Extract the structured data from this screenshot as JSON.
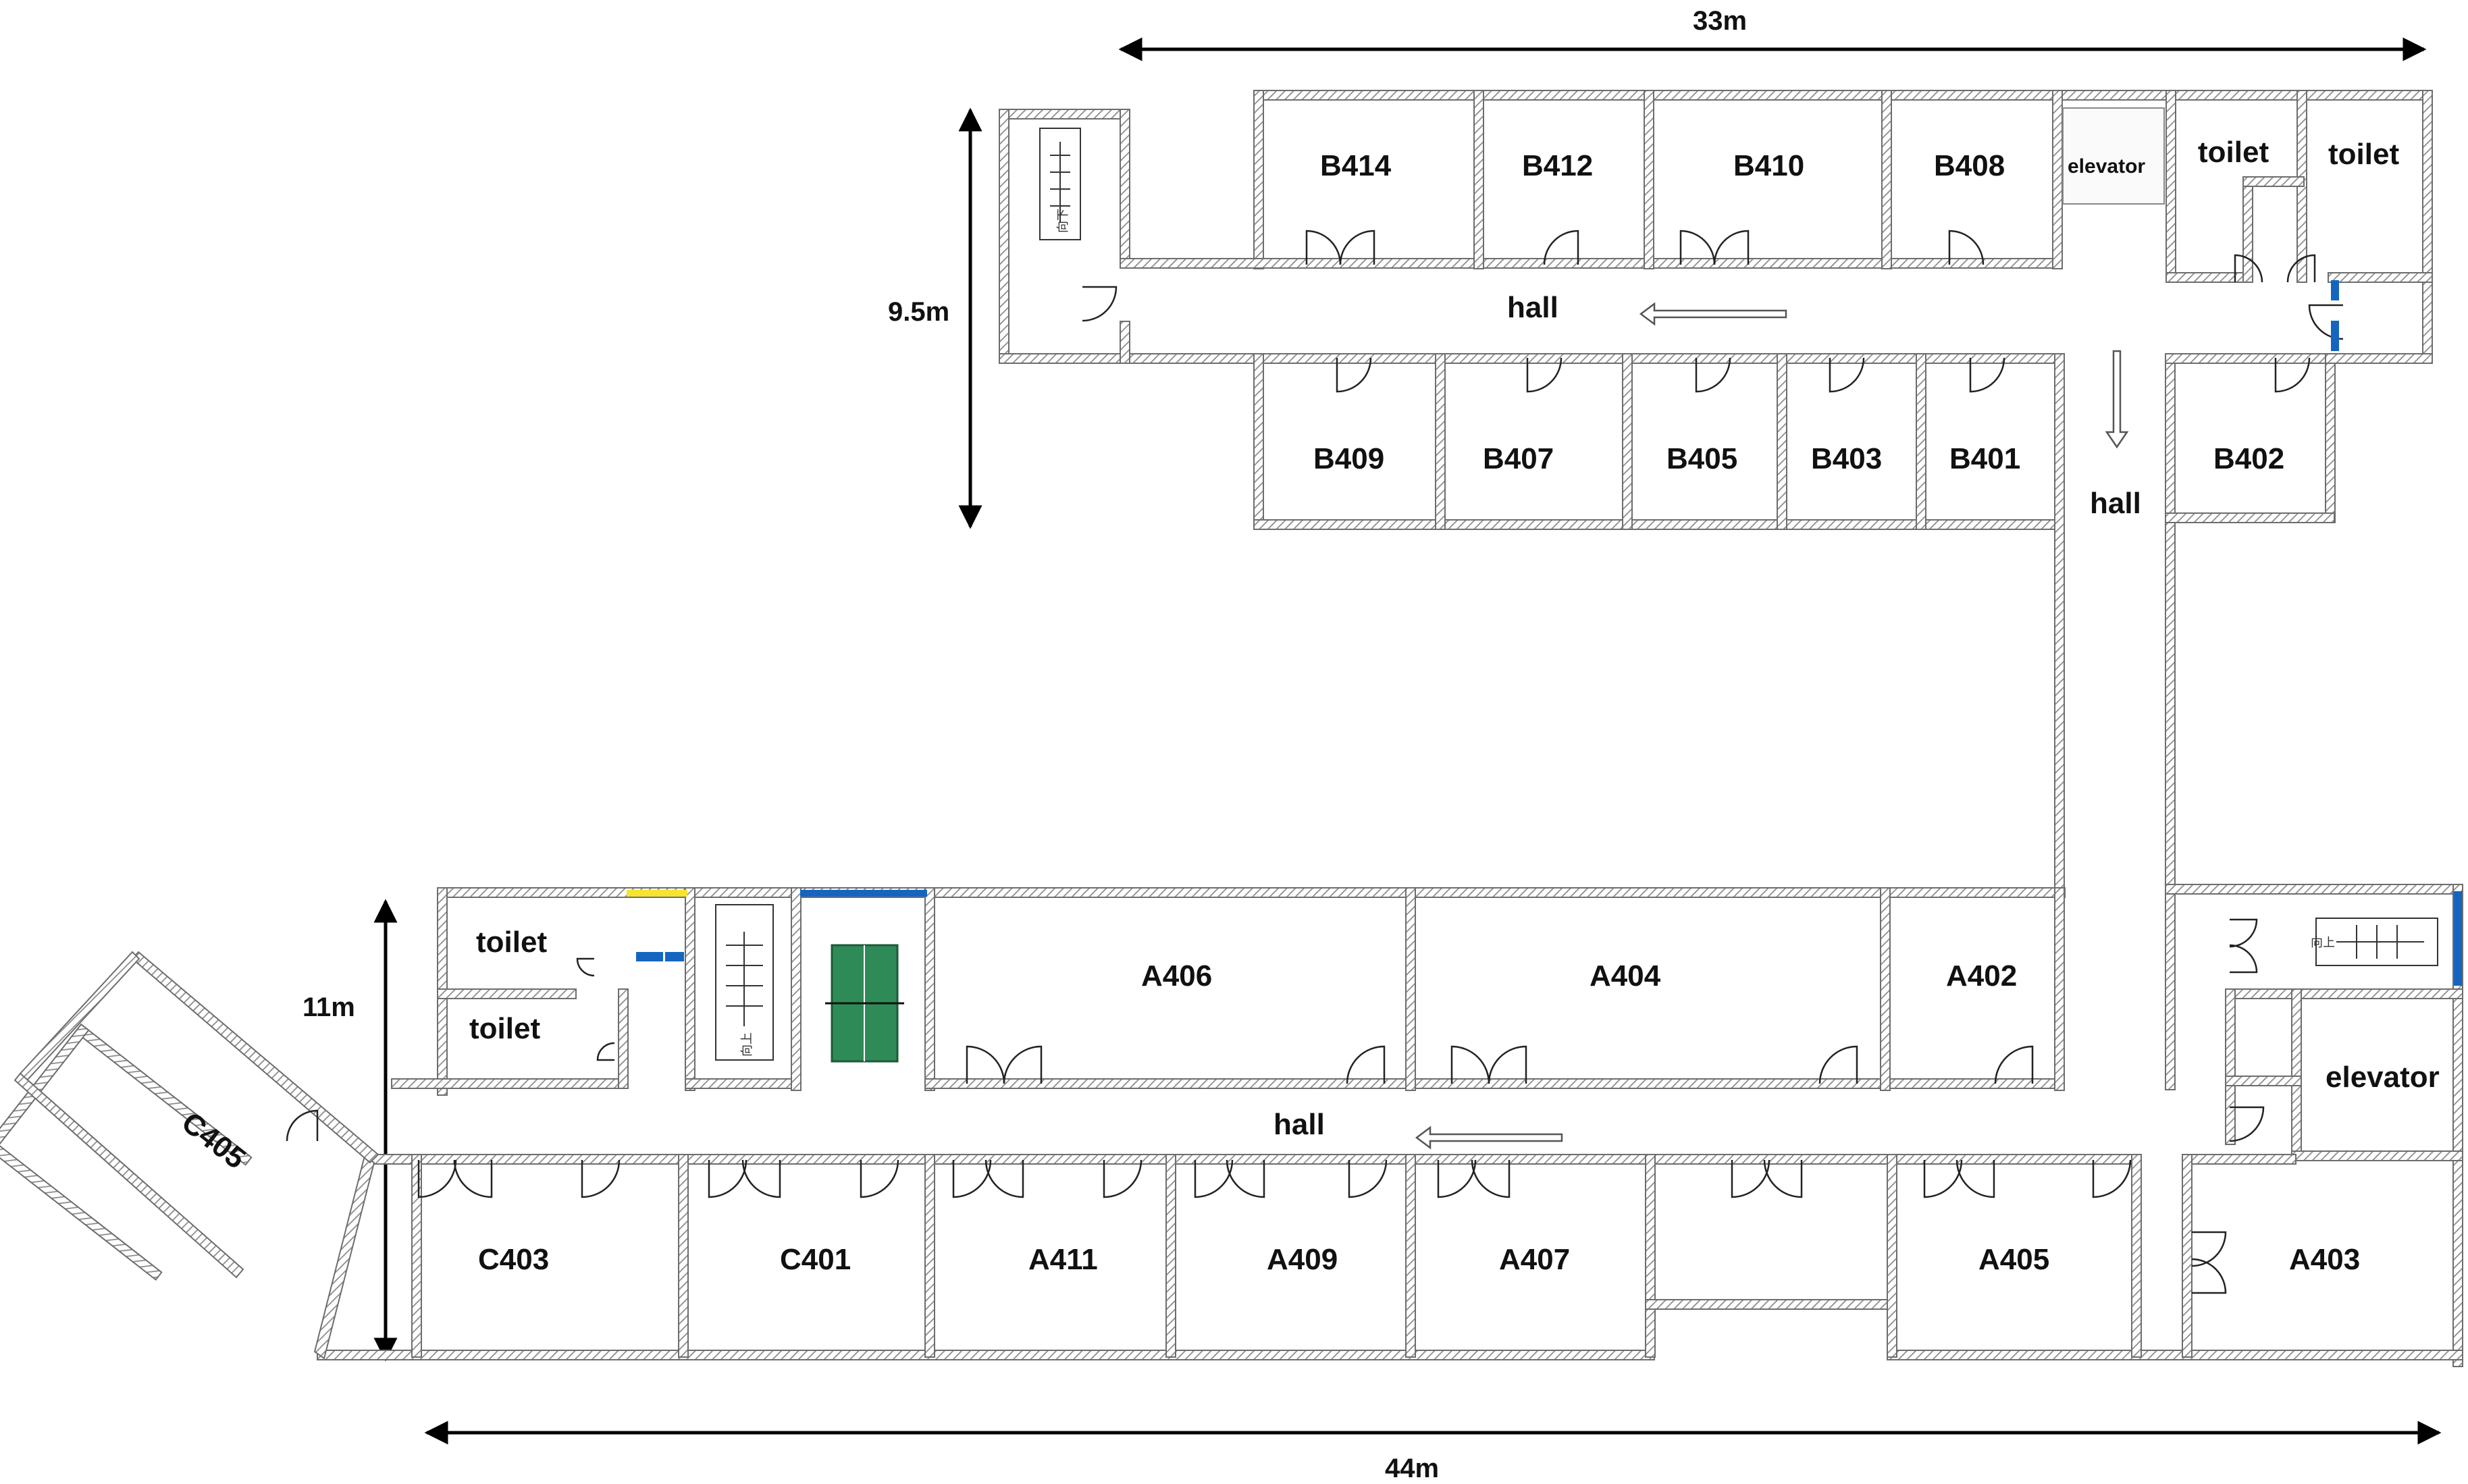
{
  "dimensions": {
    "top_width": "33m",
    "top_height": "9.5m",
    "bottom_height": "11m",
    "bottom_width": "44m"
  },
  "rooms": [
    "B414",
    "B412",
    "B410",
    "B408",
    "elevator",
    "toilet",
    "toilet",
    "B409",
    "B407",
    "B405",
    "B403",
    "B401",
    "B402",
    "toilet",
    "toilet",
    "A406",
    "A404",
    "A402",
    "elevator",
    "C403",
    "C401",
    "A411",
    "A409",
    "A407",
    "A405",
    "A403",
    "C405"
  ],
  "halls": [
    "hall",
    "hall",
    "hall"
  ],
  "stair_marks": [
    "向上",
    "向下",
    "向上"
  ],
  "colors": {
    "wall": "#7a7a7a",
    "hatch": "#b0b0b0",
    "dimension_line": "#000000",
    "marker_blue": "#1565c0",
    "marker_yellow": "#f5e431",
    "table_green": "#2e8b57"
  },
  "icons": [
    "stair-icon",
    "ping-pong-table-icon",
    "door-icon",
    "direction-arrow-icon"
  ]
}
